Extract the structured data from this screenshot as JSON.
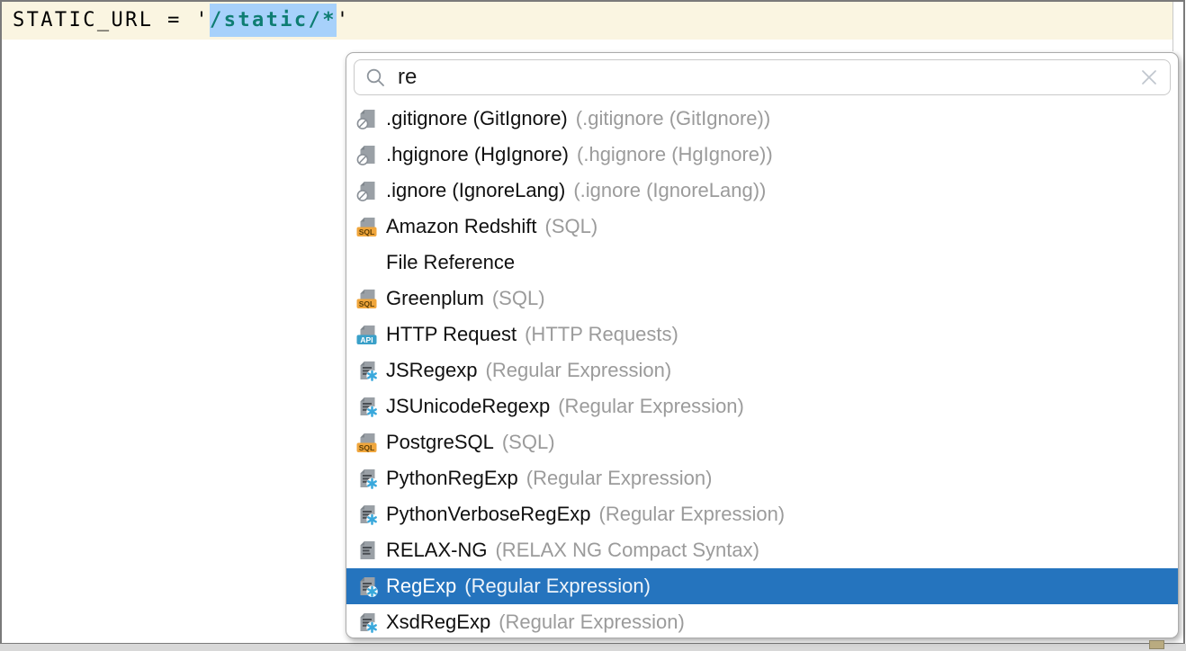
{
  "editor": {
    "code_before": "STATIC_URL = '",
    "selected_text": "/static/*",
    "code_after": "'"
  },
  "popup": {
    "search": {
      "value": "re"
    },
    "items": [
      {
        "label": ".gitignore (GitIgnore)",
        "secondary": "(.gitignore (GitIgnore))",
        "icon": "ignore-file-icon",
        "selected": false
      },
      {
        "label": ".hgignore (HgIgnore)",
        "secondary": "(.hgignore (HgIgnore))",
        "icon": "ignore-file-icon",
        "selected": false
      },
      {
        "label": ".ignore (IgnoreLang)",
        "secondary": "(.ignore (IgnoreLang))",
        "icon": "ignore-file-icon",
        "selected": false
      },
      {
        "label": "Amazon Redshift",
        "secondary": "(SQL)",
        "icon": "sql-file-icon",
        "selected": false
      },
      {
        "label": "File Reference",
        "secondary": "",
        "icon": "none",
        "selected": false
      },
      {
        "label": "Greenplum",
        "secondary": "(SQL)",
        "icon": "sql-file-icon",
        "selected": false
      },
      {
        "label": "HTTP Request",
        "secondary": "(HTTP Requests)",
        "icon": "api-file-icon",
        "selected": false
      },
      {
        "label": "JSRegexp",
        "secondary": "(Regular Expression)",
        "icon": "regexp-file-icon",
        "selected": false
      },
      {
        "label": "JSUnicodeRegexp",
        "secondary": "(Regular Expression)",
        "icon": "regexp-file-icon",
        "selected": false
      },
      {
        "label": "PostgreSQL",
        "secondary": "(SQL)",
        "icon": "sql-file-icon",
        "selected": false
      },
      {
        "label": "PythonRegExp",
        "secondary": "(Regular Expression)",
        "icon": "regexp-file-icon",
        "selected": false
      },
      {
        "label": "PythonVerboseRegExp",
        "secondary": "(Regular Expression)",
        "icon": "regexp-file-icon",
        "selected": false
      },
      {
        "label": "RELAX-NG",
        "secondary": "(RELAX NG Compact Syntax)",
        "icon": "text-file-icon",
        "selected": false
      },
      {
        "label": "RegExp",
        "secondary": "(Regular Expression)",
        "icon": "regexp-file-icon",
        "selected": true
      },
      {
        "label": "XsdRegExp",
        "secondary": "(Regular Expression)",
        "icon": "regexp-file-icon",
        "selected": false
      }
    ]
  },
  "icons": {
    "sql_badge_text": "SQL",
    "api_badge_text": "API"
  },
  "colors": {
    "window_border": "#7a7a7a",
    "outside_bg": "#d8d8d8",
    "caret_line_bg": "#FAF5E1",
    "editor_selection_bg": "#A7D1FB",
    "string_color": "#0E7D72",
    "code_color": "#000000",
    "popup_border": "#ababab",
    "search_border": "#c9c9c9",
    "list_selection_bg": "#2574BE",
    "secondary_text": "#9b9b9b",
    "icon_gray": "#9aa0a6",
    "icon_fold_gray": "#7f868c",
    "icon_line_dark": "#4a4f54",
    "sql_badge": "#F0A63C",
    "api_badge": "#3AA0C9",
    "regexp_star": "#39A8DC"
  }
}
